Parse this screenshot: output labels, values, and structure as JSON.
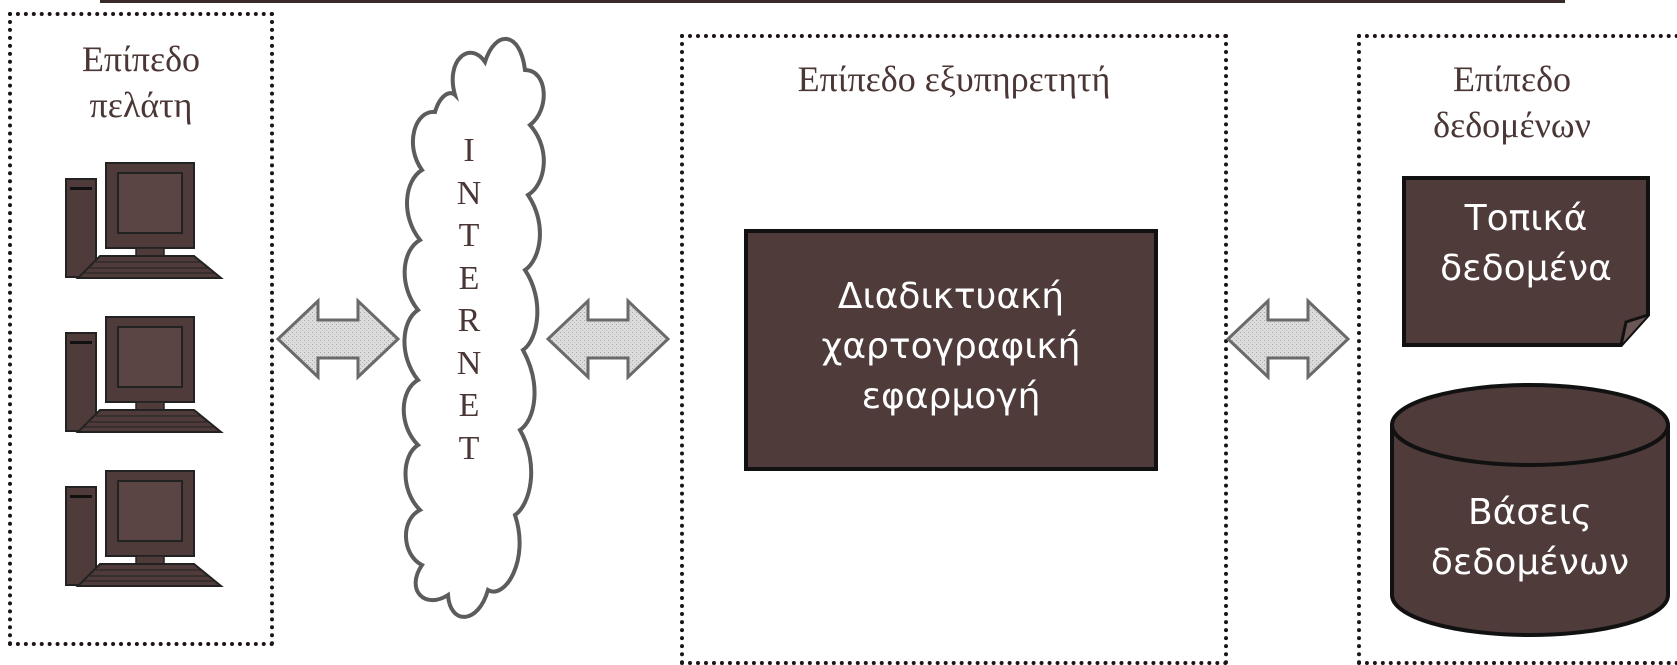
{
  "client_tier": {
    "title_line1": "Επίπεδο",
    "title_line2": "πελάτη",
    "icon": "computer-icon"
  },
  "network": {
    "icon": "cloud-icon",
    "letters": [
      "I",
      "N",
      "T",
      "E",
      "R",
      "N",
      "E",
      "T"
    ]
  },
  "server_tier": {
    "title": "Επίπεδο εξυπηρετητή",
    "app": {
      "line1": "Διαδικτυακή",
      "line2": "χαρτογραφική",
      "line3": "εφαρμογή"
    }
  },
  "data_tier": {
    "title_line1": "Επίπεδο",
    "title_line2": "δεδομένων",
    "local_data": {
      "line1": "Τοπικά",
      "line2": "δεδομένα"
    },
    "databases": {
      "line1": "Βάσεις",
      "line2": "δεδομένων"
    }
  },
  "colors": {
    "box_fill": "#4e3b3a",
    "title_text": "#4a3634",
    "arrow_fill": "#d8d8d8",
    "cloud_stroke": "#5c5c5c"
  }
}
